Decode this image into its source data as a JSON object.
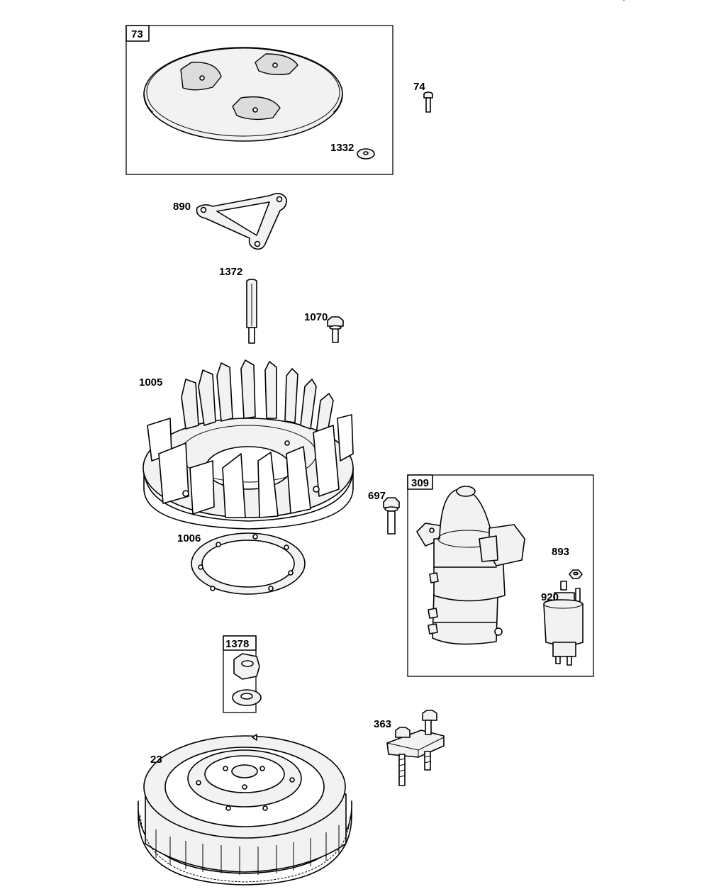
{
  "parts": {
    "p73": "73",
    "p74": "74",
    "p1332": "1332",
    "p890": "890",
    "p1372": "1372",
    "p1070": "1070",
    "p1005": "1005",
    "p697": "697",
    "p309": "309",
    "p893": "893",
    "p920": "920",
    "p1006": "1006",
    "p1378": "1378",
    "p363": "363",
    "p23": "23"
  }
}
